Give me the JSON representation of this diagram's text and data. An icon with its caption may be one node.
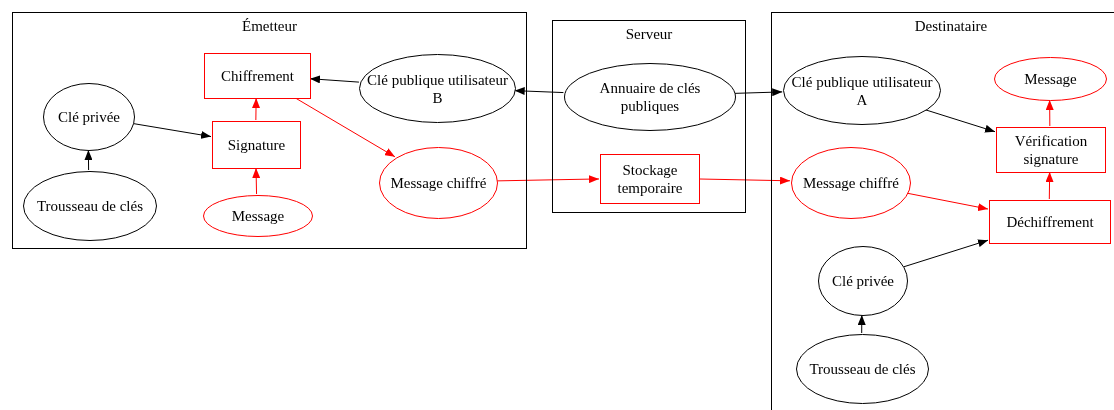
{
  "diagram": {
    "nodes": [
      {
        "text": [
          "Émetteur"
        ]
      },
      {
        "text": [
          "Chiffrement"
        ],
        "in": 0
      },
      {
        "text": [
          "Clé publique utilisateur B"
        ],
        "in": 0
      },
      {
        "text": [
          "Clé privée"
        ],
        "in": 0
      },
      {
        "text": [
          "Signature"
        ],
        "in": 0
      },
      {
        "text": [
          "Message chiffré"
        ],
        "in": 0
      },
      {
        "text": [
          "Trousseau de clés"
        ],
        "in": 0
      },
      {
        "text": [
          "Message"
        ],
        "in": 0
      },
      {
        "text": [
          "Serveur"
        ]
      },
      {
        "text": [
          "Annuaire de clés publiques"
        ],
        "in": 8
      },
      {
        "text": [
          "Stockage temporaire"
        ],
        "in": 8
      },
      {
        "text": [
          "Destinataire"
        ]
      },
      {
        "text": [
          "Clé publique utilisateur A"
        ],
        "in": 11
      },
      {
        "text": [
          "Message"
        ],
        "in": 11
      },
      {
        "text": [
          "Vérification signature"
        ],
        "in": 11
      },
      {
        "text": [
          "Message chiffré"
        ],
        "in": 11
      },
      {
        "text": [
          "Déchiffrement"
        ],
        "in": 11
      },
      {
        "text": [
          "Clé privée"
        ],
        "in": 11
      },
      {
        "text": [
          "Trousseau de clés"
        ],
        "in": 11
      }
    ],
    "edges": [
      {
        "from": 2,
        "to": 1,
        "arrow": "to"
      },
      {
        "from": 3,
        "to": 4,
        "arrow": "to"
      },
      {
        "from": 4,
        "to": 1,
        "arrow": "to",
        "color": "#ff0000"
      },
      {
        "from": 7,
        "to": 4,
        "arrow": "to",
        "color": "#ff0000"
      },
      {
        "from": 1,
        "to": 5,
        "arrow": "to",
        "color": "#ff0000"
      },
      {
        "from": 6,
        "to": 3,
        "arrow": "to"
      },
      {
        "from": 9,
        "to": 2,
        "arrow": "to"
      },
      {
        "from": 9,
        "to": 12,
        "arrow": "to"
      },
      {
        "from": 5,
        "to": 10,
        "arrow": "to",
        "color": "#ff0000"
      },
      {
        "from": 10,
        "to": 15,
        "arrow": "to",
        "color": "#ff0000"
      },
      {
        "from": 12,
        "to": 14,
        "arrow": "to"
      },
      {
        "from": 15,
        "to": 16,
        "arrow": "to",
        "color": "#ff0000"
      },
      {
        "from": 17,
        "to": 16,
        "arrow": "to"
      },
      {
        "from": 18,
        "to": 17,
        "arrow": "to"
      },
      {
        "from": 16,
        "to": 14,
        "arrow": "to",
        "color": "#ff0000"
      },
      {
        "from": 14,
        "to": 13,
        "arrow": "to",
        "color": "#ff0000"
      }
    ]
  }
}
